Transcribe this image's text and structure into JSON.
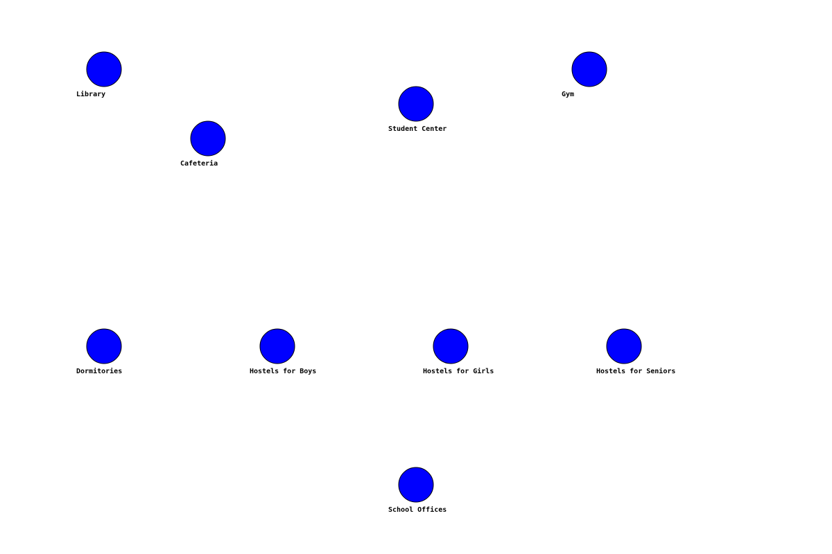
{
  "style": {
    "node_fill": "#0000ff",
    "node_stroke": "#000000",
    "label_color": "#000000",
    "background": "#ffffff"
  },
  "nodes": [
    {
      "id": "library",
      "label": "Library"
    },
    {
      "id": "cafeteria",
      "label": "Cafeteria"
    },
    {
      "id": "student-center",
      "label": "Student Center"
    },
    {
      "id": "gym",
      "label": "Gym"
    },
    {
      "id": "dormitories",
      "label": "Dormitories"
    },
    {
      "id": "hostels-boys",
      "label": "Hostels for Boys"
    },
    {
      "id": "hostels-girls",
      "label": "Hostels for Girls"
    },
    {
      "id": "hostels-seniors",
      "label": "Hostels for Seniors"
    },
    {
      "id": "school-offices",
      "label": "School Offices"
    }
  ]
}
